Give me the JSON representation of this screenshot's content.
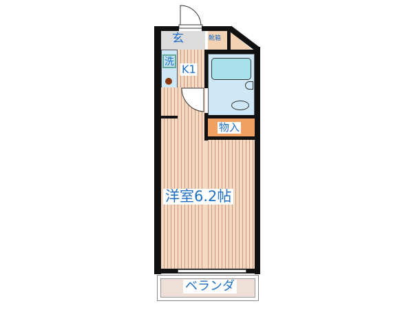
{
  "rooms": {
    "entrance": "玄",
    "shoe_box": "靴箱",
    "washer": "洗",
    "kitchen": "K1",
    "storage": "物入",
    "western_room": "洋室6.2帖",
    "balcony": "ベランダ"
  },
  "colors": {
    "wall": "#111111",
    "floor": "#f6d9c2",
    "bath": "#cfe8f7",
    "storage": "#f0a060",
    "entrance": "#dcdcdc",
    "label_text": "#1f6fc4"
  }
}
